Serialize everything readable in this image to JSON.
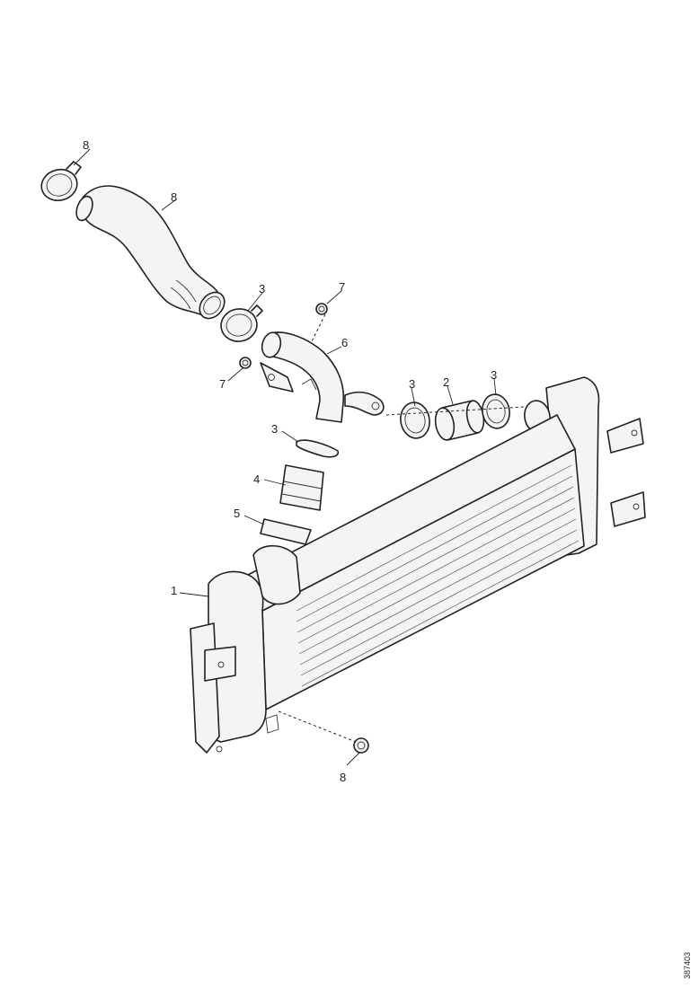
{
  "callouts": {
    "c1": "1",
    "c2": "2",
    "c3a": "3",
    "c3b": "3",
    "c3c": "3",
    "c3d": "3",
    "c4": "4",
    "c5": "5",
    "c6": "6",
    "c7a": "7",
    "c7b": "7",
    "c8top": "8",
    "c8hose": "8",
    "c8bolt": "8"
  },
  "doc_number": "387403",
  "colors": {
    "line": "#222222",
    "paper": "#ffffff"
  }
}
